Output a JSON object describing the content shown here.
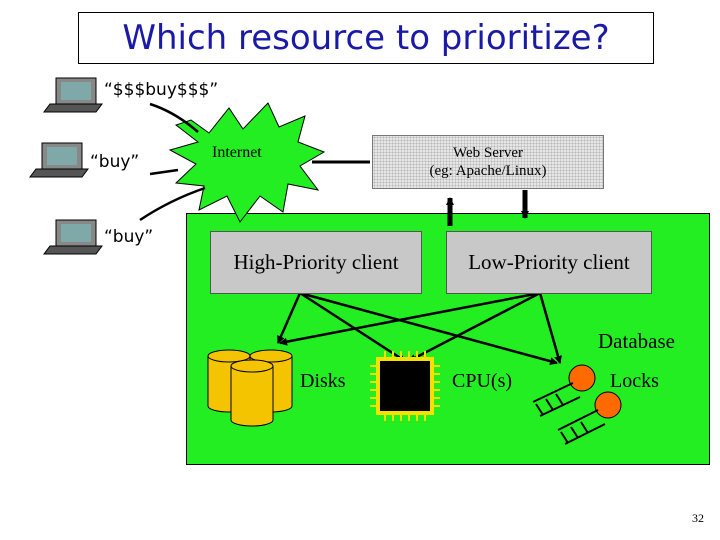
{
  "title": "Which resource to prioritize?",
  "clients": {
    "top_request": "“$$$buy$$$”",
    "middle_request": "“buy”",
    "bottom_request": "“buy”"
  },
  "internet_label": "Internet",
  "web_server": {
    "line1": "Web Server",
    "line2": "(eg: Apache/Linux)"
  },
  "high_priority_label": "High-Priority client",
  "low_priority_label": "Low-Priority client",
  "database_label": "Database",
  "disks_label": "Disks",
  "cpu_label": "CPU(s)",
  "locks_label": "Locks",
  "page_number": "32",
  "colors": {
    "title_text": "#1a1aa6",
    "database_background": "#22ee22",
    "internet_star": "#22ee22",
    "disk": "#f5c400",
    "lock_orb": "#ff6a00"
  }
}
